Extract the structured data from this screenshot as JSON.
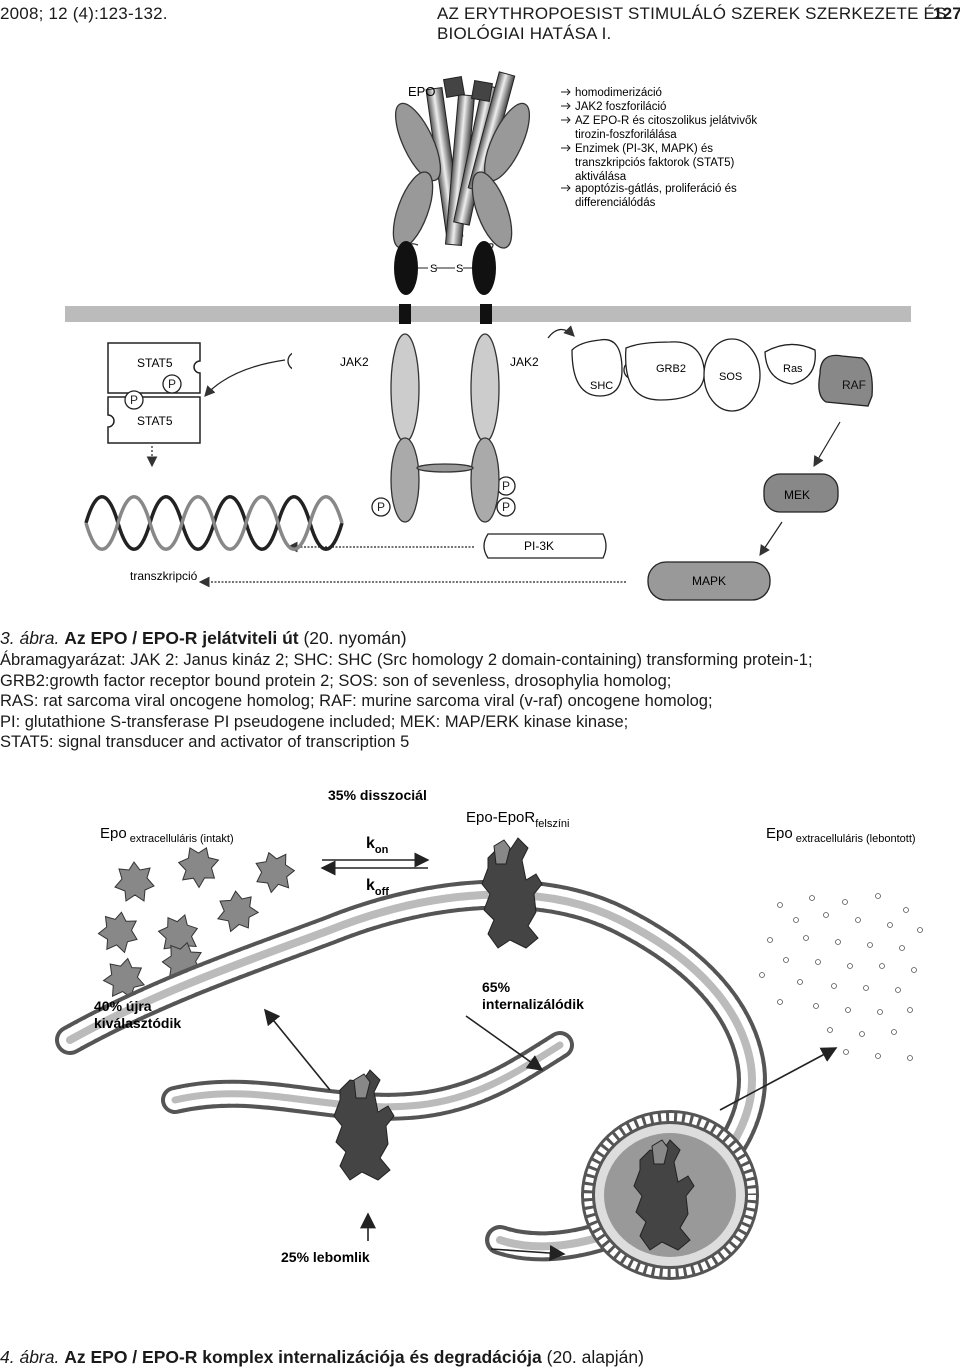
{
  "header": {
    "left": "2008; 12 (4):123-132.",
    "title": "AZ ERYTHROPOESIST STIMULÁLÓ SZEREK SZERKEZETE ÉS BIOLÓGIAI HATÁSA I.",
    "page": "127"
  },
  "figure3": {
    "epo": "EPO",
    "effects": [
      "homodimerizáció",
      "JAK2 foszforiláció",
      "AZ EPO-R és citoszolikus jelátvivők",
      "tirozin-foszforilálása",
      "Enzimek (PI-3K, MAPK) és",
      "transzkripciós faktorok (STAT5)",
      "aktiválása",
      "apoptózis-gátlás, proliferáció és",
      "differenciálódás"
    ],
    "s_left": "S",
    "s_right": "S",
    "stat5_top": "STAT5",
    "stat5_bottom": "STAT5",
    "p": "P",
    "jak2_left": "JAK2",
    "jak2_right": "JAK2",
    "shc": "SHC",
    "grb2": "GRB2",
    "sos": "SOS",
    "ras": "Ras",
    "raf": "RAF",
    "mek": "MEK",
    "pi3k": "PI-3K",
    "mapk": "MAPK",
    "transcription": "transzkripció",
    "caption_num": "3. ábra.",
    "caption_title": "Az EPO / EPO-R jelátviteli út",
    "caption_source": "(20. nyomán)",
    "legend": [
      "Ábramagyarázat: JAK 2: Janus kináz 2; SHC: SHC (Src homology 2 domain-containing) transforming protein-1;",
      "GRB2:growth factor receptor bound protein 2; SOS: son of sevenless, drosophylia homolog;",
      "RAS: rat sarcoma viral oncogene homolog; RAF: murine sarcoma viral (v-raf) oncogene homolog;",
      "PI: glutathione S-transferase PI pseudogene included; MEK: MAP/ERK kinase kinase;",
      "STAT5: signal transducer and activator of transcription 5"
    ]
  },
  "figure4": {
    "dissociate": "35% disszociál",
    "epo_intact_main": "Epo",
    "epo_intact_sub": "extracelluláris (intakt)",
    "epo_epor_main": "Epo-EpoR",
    "epo_epor_sub": "felszíni",
    "epo_broken_main": "Epo",
    "epo_broken_sub": "extracelluláris (lebontott)",
    "k_main": "k",
    "kon_sub": "on",
    "koff_sub": "off",
    "resorted_line1": "40% újra",
    "resorted_line2": "kiválasztódik",
    "internalized_line1": "65%",
    "internalized_line2": "internalizálódik",
    "degraded": "25% lebomlik",
    "caption_num": "4. ábra.",
    "caption_title": "Az EPO / EPO-R komplex internalizációja és degradációja",
    "caption_source": "(20. alapján)"
  }
}
